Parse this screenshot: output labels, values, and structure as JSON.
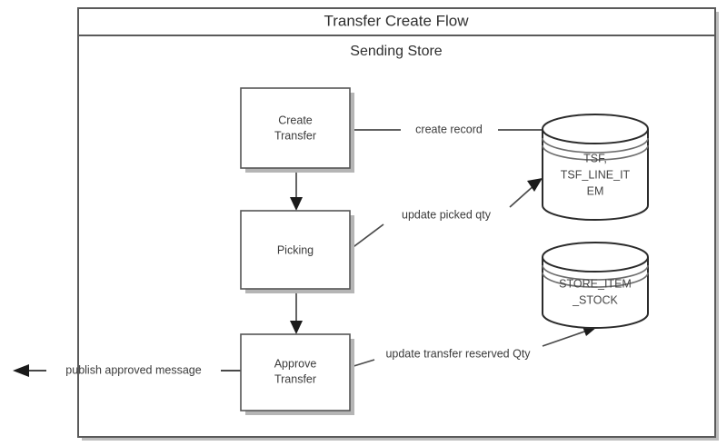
{
  "diagram": {
    "title": "Transfer Create Flow",
    "lane_label": "Sending Store",
    "nodes": [
      {
        "id": "create-transfer",
        "label_line1": "Create",
        "label_line2": "Transfer",
        "shape": "process"
      },
      {
        "id": "picking",
        "label_line1": "Picking",
        "label_line2": "",
        "shape": "process"
      },
      {
        "id": "approve-transfer",
        "label_line1": "Approve",
        "label_line2": "Transfer",
        "shape": "process"
      }
    ],
    "datastores": [
      {
        "id": "tsf-store",
        "label_line1": "TSF,",
        "label_line2": "TSF_LINE_IT",
        "label_line3": "EM",
        "shape": "cylinder"
      },
      {
        "id": "store-item-stock",
        "label_line1": "STORE_ITEM",
        "label_line2": "_STOCK",
        "label_line3": "",
        "shape": "cylinder"
      }
    ],
    "edges": [
      {
        "id": "create-record",
        "label": "create record",
        "from": "create-transfer",
        "to": "tsf-store"
      },
      {
        "id": "update-picked-qty",
        "label": "update picked qty",
        "from": "picking",
        "to": "tsf-store"
      },
      {
        "id": "update-transfer-reserved-qty",
        "label": "update transfer reserved Qty",
        "from": "approve-transfer",
        "to": "store-item-stock"
      },
      {
        "id": "publish-approved-message",
        "label": "publish approved message",
        "from": "approve-transfer",
        "to": "external"
      },
      {
        "id": "create-to-picking",
        "label": "",
        "from": "create-transfer",
        "to": "picking"
      },
      {
        "id": "picking-to-approve",
        "label": "",
        "from": "picking",
        "to": "approve-transfer"
      }
    ]
  },
  "colors": {
    "frame_stroke": "#5a5a5a",
    "box_stroke": "#555555",
    "cylinder_stroke": "#2b2b2b",
    "connector": "#4a4a4a",
    "text": "#3b3b3b",
    "shadow": "#b5b5b5",
    "background": "#ffffff"
  }
}
